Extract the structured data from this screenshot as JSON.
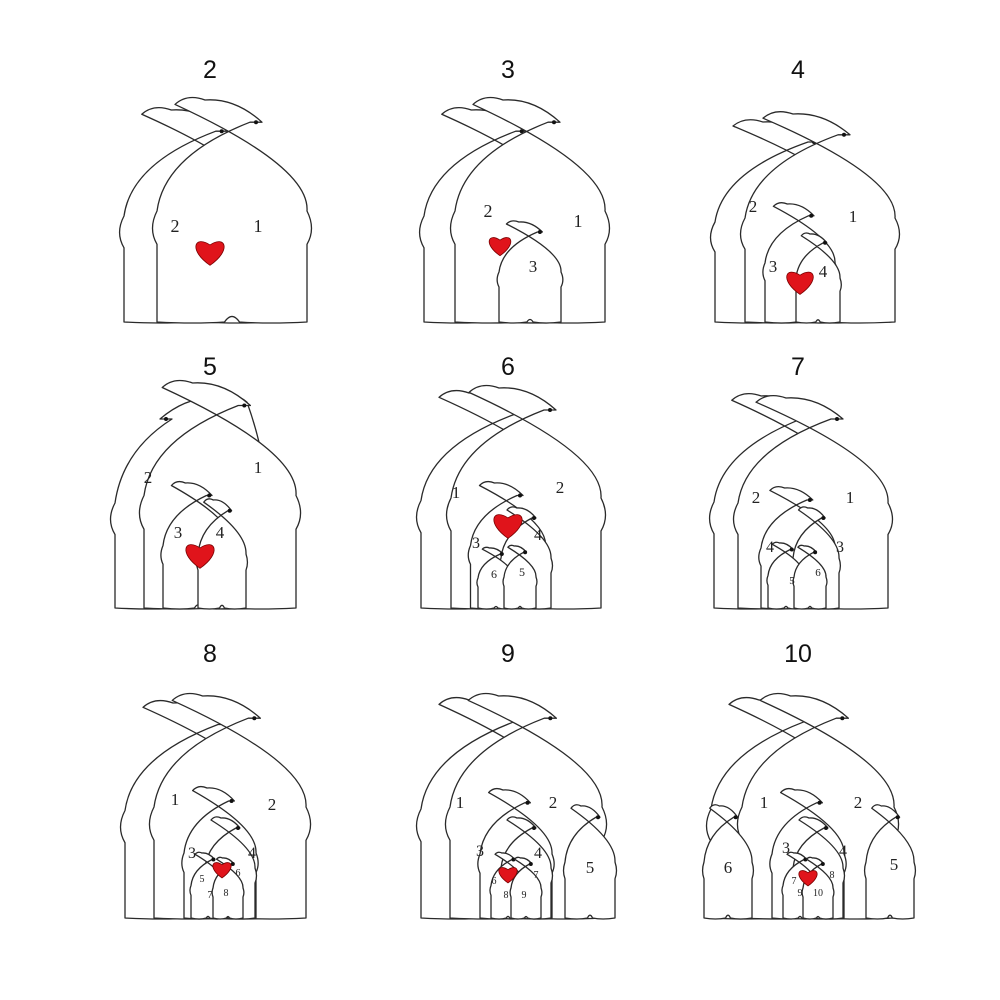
{
  "colors": {
    "heart": "#e0141b",
    "outline": "#2a2a2a",
    "background": "#ffffff"
  },
  "panels": [
    {
      "heading": "2",
      "labels": [
        "2",
        "1"
      ]
    },
    {
      "heading": "3",
      "labels": [
        "2",
        "1",
        "3"
      ]
    },
    {
      "heading": "4",
      "labels": [
        "2",
        "1",
        "3",
        "4"
      ]
    },
    {
      "heading": "5",
      "labels": [
        "2",
        "1",
        "3",
        "4"
      ]
    },
    {
      "heading": "6",
      "labels": [
        "1",
        "2",
        "3",
        "4",
        "6",
        "5"
      ]
    },
    {
      "heading": "7",
      "labels": [
        "2",
        "1",
        "4",
        "3",
        "5",
        "6"
      ]
    },
    {
      "heading": "8",
      "labels": [
        "1",
        "2",
        "3",
        "4",
        "5",
        "6",
        "7",
        "8"
      ]
    },
    {
      "heading": "9",
      "labels": [
        "1",
        "2",
        "3",
        "4",
        "5",
        "6",
        "7",
        "8",
        "9"
      ]
    },
    {
      "heading": "10",
      "labels": [
        "1",
        "2",
        "6",
        "3",
        "4",
        "5",
        "7",
        "8",
        "9",
        "10"
      ]
    }
  ]
}
